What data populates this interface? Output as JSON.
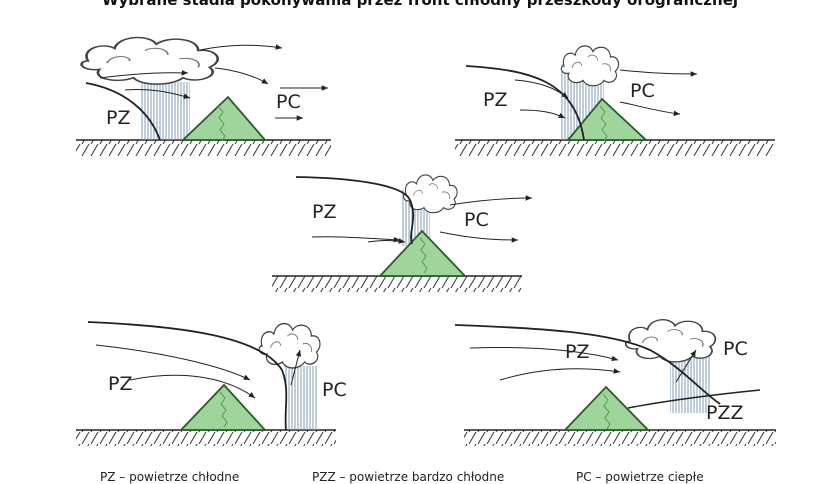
{
  "title": "Wybrane stadia pokonywania przez front chłodny przeszkody orograficznej",
  "labels": {
    "pz": "PZ",
    "pc": "PC",
    "pzz": "PZZ"
  },
  "legend": {
    "pz": "PZ – powietrze chłodne",
    "pzz": "PZZ – powietrze bardzo chłodne",
    "pc": "PC – powietrze ciepłe"
  },
  "colors": {
    "mountain": "#9fd49a",
    "mountain_stroke": "#2a5a2a",
    "rain": "#7f9db8",
    "cloud_line": "#555555",
    "ground": "#222222"
  },
  "icons": {
    "cloud": "cloud-icon",
    "mountain": "mountain-icon",
    "rain": "rain-icon",
    "arrow": "arrow-icon"
  }
}
